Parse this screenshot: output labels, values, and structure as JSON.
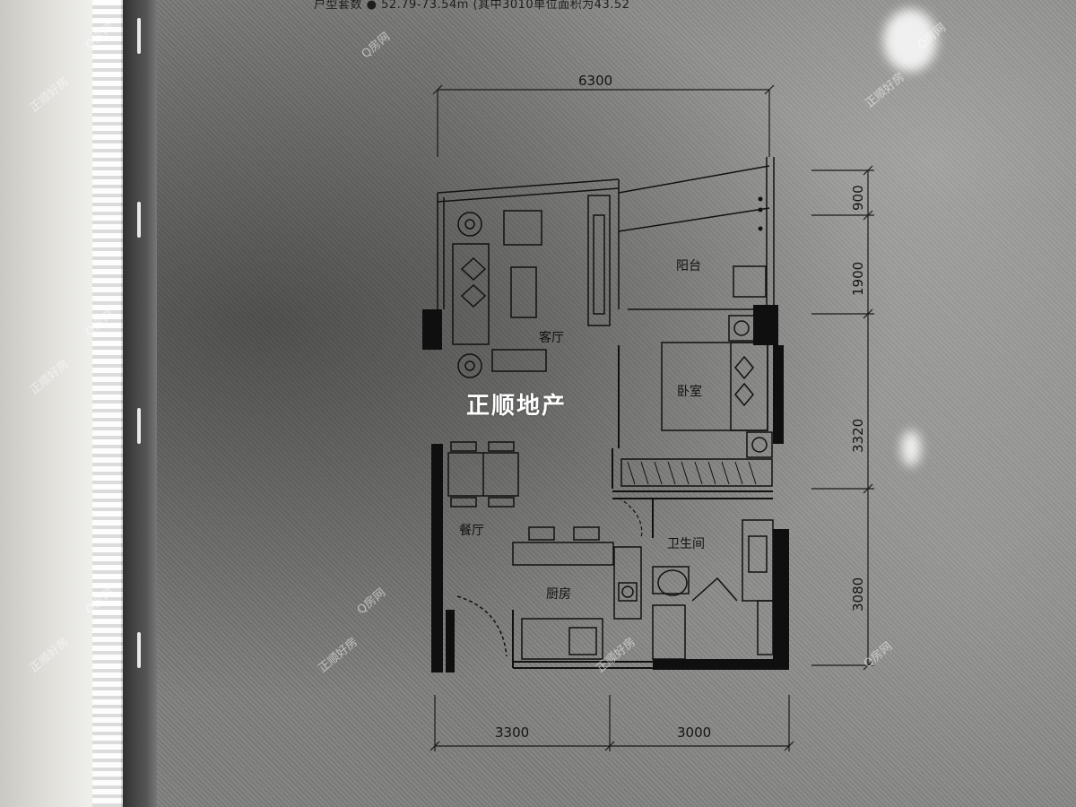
{
  "header": {
    "text": "户型套数 ● 52.79-73.54m  (其中3010单位面积为43.52"
  },
  "dimensions": {
    "top_total": "6300",
    "bottom_left": "3300",
    "bottom_right": "3000",
    "right_1": "900",
    "right_2": "1900",
    "right_3": "3320",
    "right_4": "3080"
  },
  "rooms": {
    "balcony": "阳台",
    "living_room": "客厅",
    "bedroom": "卧室",
    "dining_room": "餐厅",
    "bathroom": "卫生间",
    "kitchen": "厨房"
  },
  "logo": {
    "text": "正顺地产"
  },
  "watermarks": {
    "site_a": "正顺好房",
    "site_b": "Q房网"
  }
}
